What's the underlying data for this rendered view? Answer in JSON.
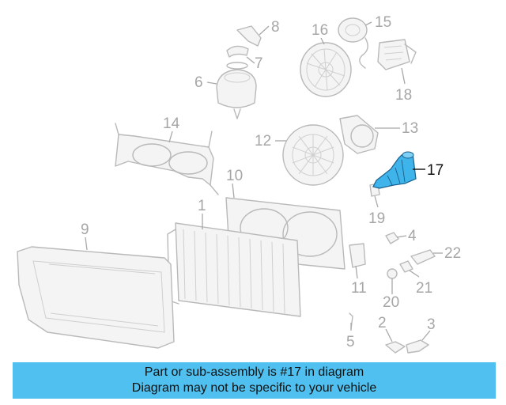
{
  "banner": {
    "line1": "Part or sub-assembly is #17 in diagram",
    "line2": "Diagram may not be specific to your vehicle"
  },
  "highlight_color": "#3fb4ea",
  "banner_color": "#4fc0ef",
  "callouts": {
    "c1": "1",
    "c2": "2",
    "c3": "3",
    "c4": "4",
    "c5": "5",
    "c6": "6",
    "c7": "7",
    "c8": "8",
    "c9": "9",
    "c10": "10",
    "c11": "11",
    "c12": "12",
    "c13": "13",
    "c14": "14",
    "c15": "15",
    "c16": "16",
    "c17": "17",
    "c18": "18",
    "c19": "19",
    "c20": "20",
    "c21": "21",
    "c22": "22"
  }
}
